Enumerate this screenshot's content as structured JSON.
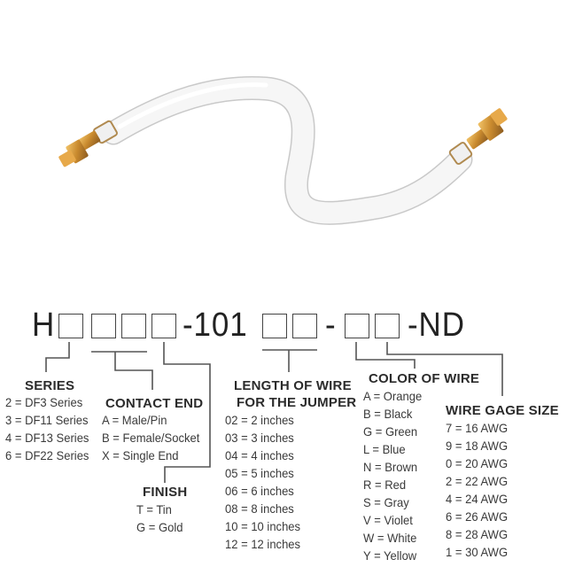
{
  "product_image": {
    "description": "white wire jumper with gold crimp contacts",
    "wire_color": "#f4f4f4",
    "contact_color": "#c8913a"
  },
  "part_number": {
    "prefix": "H",
    "middle": "-101",
    "sep": "-",
    "suffix": "-ND",
    "placeholder_boxes": 8
  },
  "series": {
    "heading": "SERIES",
    "items": [
      "2 = DF3 Series",
      "3 = DF11 Series",
      "4 = DF13 Series",
      "6 = DF22 Series"
    ]
  },
  "contact_end": {
    "heading": "CONTACT END",
    "items": [
      "A = Male/Pin",
      "B = Female/Socket",
      "X = Single End"
    ]
  },
  "finish": {
    "heading": "FINISH",
    "items": [
      "T = Tin",
      "G = Gold"
    ]
  },
  "length": {
    "heading_line1": "LENGTH OF WIRE",
    "heading_line2": "FOR THE JUMPER",
    "items": [
      "02 = 2 inches",
      "03 = 3 inches",
      "04 = 4 inches",
      "05 = 5 inches",
      "06 = 6 inches",
      "08 = 8 inches",
      "10 = 10 inches",
      "12 = 12 inches"
    ]
  },
  "color": {
    "heading": "COLOR OF WIRE",
    "items": [
      "A = Orange",
      "B = Black",
      "G = Green",
      "L = Blue",
      "N = Brown",
      "R = Red",
      "S = Gray",
      "V = Violet",
      "W = White",
      "Y = Yellow"
    ]
  },
  "gage": {
    "heading": "WIRE GAGE SIZE",
    "items": [
      "7 = 16 AWG",
      "9 = 18 AWG",
      "0 = 20 AWG",
      "2 = 22 AWG",
      "4 = 24 AWG",
      "6 = 26 AWG",
      "8 = 28 AWG",
      "1 = 30 AWG"
    ]
  }
}
